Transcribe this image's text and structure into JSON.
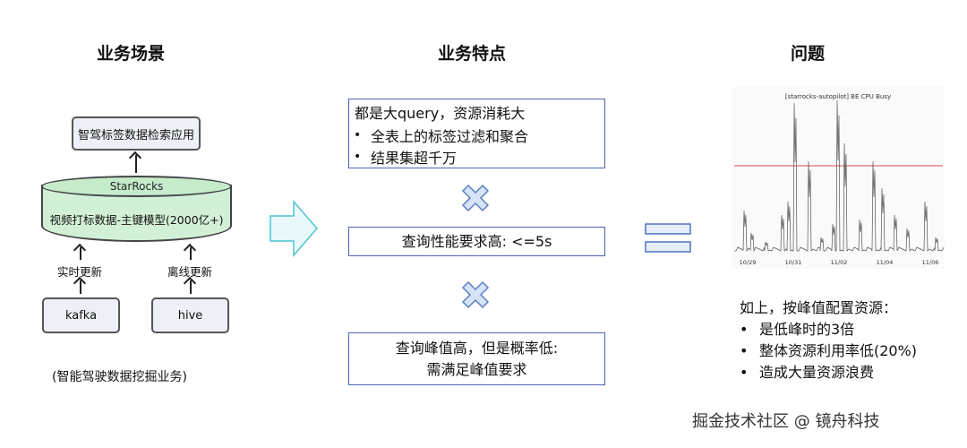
{
  "headings": {
    "scenario": "业务场景",
    "features": "业务特点",
    "problem": "问题"
  },
  "left": {
    "app_box": "智驾标签数据检索应用",
    "db_name": "StarRocks",
    "db_table": "视频打标数据-主键模型(2000亿+)",
    "realtime_update": "实时更新",
    "offline_update": "离线更新",
    "source_kafka": "kafka",
    "source_hive": "hive",
    "caption": "(智能驾驶数据挖掘业务)"
  },
  "middle": {
    "box1": {
      "title": "都是大query，资源消耗大",
      "bullets": [
        "全表上的标签过滤和聚合",
        "结果集超千万"
      ]
    },
    "box2": "查询性能要求高: <=5s",
    "box3": [
      "查询峰值高，但是概率低:",
      "需满足峰值要求"
    ]
  },
  "right": {
    "chart_data": {
      "type": "line",
      "title": "[starrocks-autopilot] BE CPU Busy",
      "x_ticks": [
        "10/29",
        "10/31",
        "11/02",
        "11/04",
        "11/06"
      ],
      "threshold_color": "#e07070",
      "series_color": "#555555"
    },
    "conclusion_title": "如上，按峰值配置资源：",
    "conclusion_items": [
      "是低峰时的3倍",
      "整体资源利用率低(20%)",
      "造成大量资源浪费"
    ]
  },
  "watermark": "掘金技术社区 @ 镜舟科技",
  "colors": {
    "box_border": "#4a63b5",
    "cross_fill": "#d6e3f7",
    "cross_stroke": "#5b7fc4",
    "arrow_fill": "#e9f8fa",
    "arrow_stroke": "#4fc3cf",
    "equals_fill": "#e6eefa",
    "equals_stroke": "#4f74c0",
    "cylinder_fill": "#d2f0d6"
  }
}
